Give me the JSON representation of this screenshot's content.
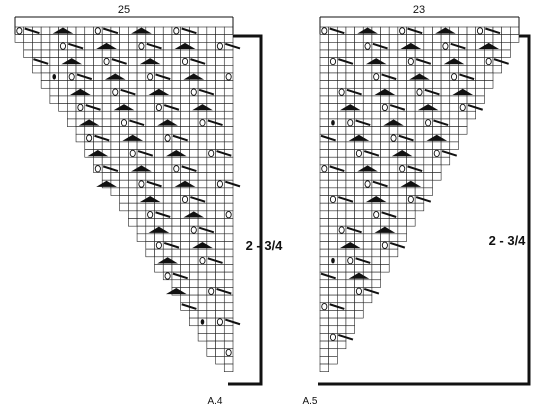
{
  "charts": [
    {
      "id": "A.4",
      "stitch_count": "25",
      "size_label": "2 - 3/4",
      "chart_label": "A.4",
      "columns": 25,
      "rows": 45,
      "direction": "left"
    },
    {
      "id": "A.5",
      "stitch_count": "23",
      "size_label": "2 - 3/4",
      "chart_label": "A.5",
      "columns": 23,
      "rows": 45,
      "direction": "right"
    }
  ],
  "colors": {
    "grid_line": "#222222",
    "cell_fill": "#ffffff",
    "symbol": "#111111",
    "bracket": "#111111"
  },
  "symbols": [
    "yarn-over-oval",
    "slash-decrease",
    "triangle-double-decrease",
    "filled-dot-stitch"
  ]
}
